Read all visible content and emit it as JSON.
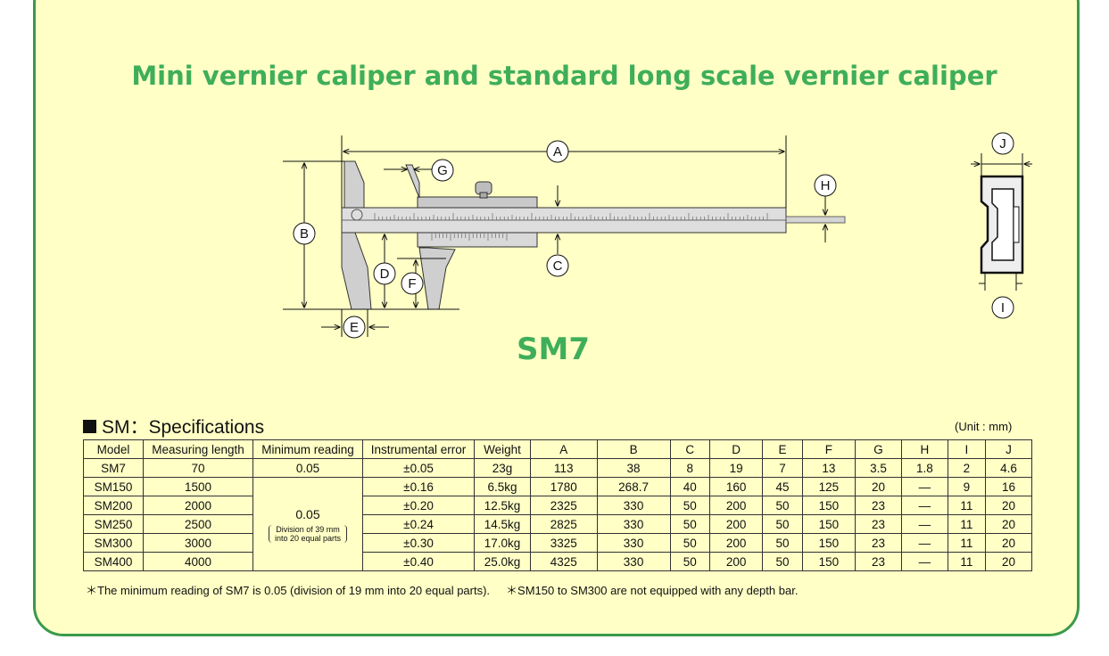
{
  "title": "Mini vernier caliper and standard long scale vernier caliper",
  "model_label": "SM7",
  "dimension_letters": [
    "A",
    "B",
    "C",
    "D",
    "E",
    "F",
    "G",
    "H",
    "I",
    "J"
  ],
  "spec": {
    "heading": "SM：Specifications",
    "unit": "(Unit : mm)",
    "columns": [
      "Model",
      "Measuring length",
      "Minimum reading",
      "Instrumental error",
      "Weight",
      "A",
      "B",
      "C",
      "D",
      "E",
      "F",
      "G",
      "H",
      "I",
      "J"
    ],
    "rows": [
      {
        "model": "SM7",
        "length": "70",
        "min": "0.05",
        "error": "±0.05",
        "weight": "23g",
        "A": "113",
        "B": "38",
        "C": "8",
        "D": "19",
        "E": "7",
        "F": "13",
        "G": "3.5",
        "H": "1.8",
        "I": "2",
        "J": "4.6"
      },
      {
        "model": "SM150",
        "length": "1500",
        "error": "±0.16",
        "weight": "6.5kg",
        "A": "1780",
        "B": "268.7",
        "C": "40",
        "D": "160",
        "E": "45",
        "F": "125",
        "G": "20",
        "H": "—",
        "I": "9",
        "J": "16"
      },
      {
        "model": "SM200",
        "length": "2000",
        "error": "±0.20",
        "weight": "12.5kg",
        "A": "2325",
        "B": "330",
        "C": "50",
        "D": "200",
        "E": "50",
        "F": "150",
        "G": "23",
        "H": "—",
        "I": "11",
        "J": "20"
      },
      {
        "model": "SM250",
        "length": "2500",
        "error": "±0.24",
        "weight": "14.5kg",
        "A": "2825",
        "B": "330",
        "C": "50",
        "D": "200",
        "E": "50",
        "F": "150",
        "G": "23",
        "H": "—",
        "I": "11",
        "J": "20"
      },
      {
        "model": "SM300",
        "length": "3000",
        "error": "±0.30",
        "weight": "17.0kg",
        "A": "3325",
        "B": "330",
        "C": "50",
        "D": "200",
        "E": "50",
        "F": "150",
        "G": "23",
        "H": "—",
        "I": "11",
        "J": "20"
      },
      {
        "model": "SM400",
        "length": "4000",
        "error": "±0.40",
        "weight": "25.0kg",
        "A": "4325",
        "B": "330",
        "C": "50",
        "D": "200",
        "E": "50",
        "F": "150",
        "G": "23",
        "H": "—",
        "I": "11",
        "J": "20"
      }
    ],
    "merged_min_reading": {
      "value": "0.05",
      "note_line1": "Division of 39 mm",
      "note_line2": "into 20 equal parts"
    }
  },
  "footnotes": [
    "＊The minimum reading of SM7 is 0.05 (division of 19 mm into 20 equal parts).",
    "＊SM150 to SM300 are not equipped with any depth bar."
  ],
  "colors": {
    "accent": "#3fae5a",
    "border": "#3a9a4a",
    "background": "#ffffc6"
  }
}
